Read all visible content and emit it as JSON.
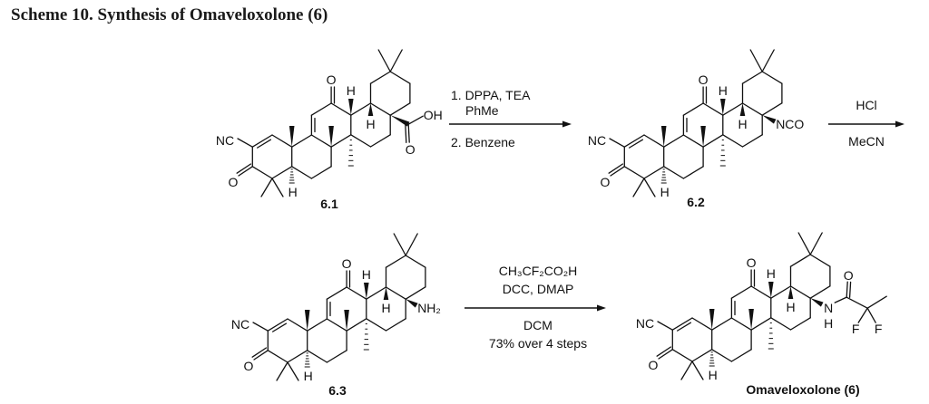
{
  "title": "Scheme 10. Synthesis of Omaveloxolone (6)",
  "steps": [
    {
      "above": [
        "1. DPPA, TEA",
        "PhMe"
      ],
      "below": [
        "2. Benzene"
      ]
    },
    {
      "above": [
        "HCl"
      ],
      "below": [
        "MeCN"
      ]
    },
    {
      "above": [
        "CH₃CF₂CO₂H",
        "DCC, DMAP"
      ],
      "below": [
        "DCM",
        "73% over 4 steps"
      ]
    }
  ],
  "compounds": [
    {
      "id": "6.1",
      "label": "6.1",
      "core": {
        "nitrile": "NC",
        "enone_o": "O",
        "ketone_o": "O",
        "h5": "H",
        "h13": "H",
        "h18": "H"
      },
      "substituent": {
        "type": "carboxylic-acid",
        "oh": "OH",
        "o": "O"
      }
    },
    {
      "id": "6.2",
      "label": "6.2",
      "core": {
        "nitrile": "NC",
        "enone_o": "O",
        "ketone_o": "O",
        "h5": "H",
        "h13": "H",
        "h18": "H"
      },
      "substituent": {
        "type": "isocyanate",
        "text": "NCO"
      }
    },
    {
      "id": "6.3",
      "label": "6.3",
      "core": {
        "nitrile": "NC",
        "enone_o": "O",
        "ketone_o": "O",
        "h5": "H",
        "h13": "H",
        "h18": "H"
      },
      "substituent": {
        "type": "amine",
        "text": "NH₂"
      }
    },
    {
      "id": "6",
      "label": "Omaveloxolone (6)",
      "core": {
        "nitrile": "NC",
        "enone_o": "O",
        "ketone_o": "O",
        "h5": "H",
        "h13": "H",
        "h18": "H"
      },
      "substituent": {
        "type": "difluoropropanamide",
        "n": "N",
        "nh": "H",
        "o": "O",
        "f1": "F",
        "f2": "F"
      }
    }
  ]
}
